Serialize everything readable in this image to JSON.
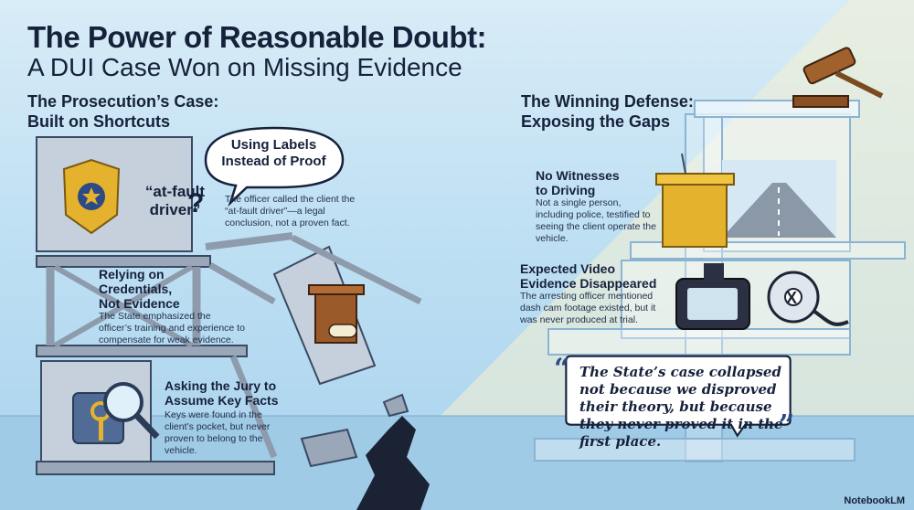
{
  "title": {
    "line1": "The Power of Reasonable Doubt:",
    "line2": "A DUI Case Won on Missing Evidence"
  },
  "prosecution": {
    "heading": "The Prosecution’s Case:\nBuilt on Shortcuts",
    "bubble": "Using Labels\nInstead of Proof",
    "label_quote": "“at-fault\ndriver”",
    "label_text": "The officer called the client the “at-fault driver”—a legal conclusion, not a proven fact.",
    "credentials_head": "Relying on\nCredentials,\nNot Evidence",
    "credentials_text": "The State emphasized the officer’s training and experience to compensate for weak evidence.",
    "assume_head": "Asking the Jury to\nAssume Key Facts",
    "assume_text": "Keys were found in the client’s pocket, but never proven to belong to the vehicle."
  },
  "defense": {
    "heading": "The Winning Defense:\nExposing the Gaps",
    "witness_head": "No Witnesses\nto Driving",
    "witness_text": "Not a single person, including police, testified to seeing the client operate the vehicle.",
    "video_head": "Expected Video\nEvidence Disappeared",
    "video_text": "The arresting officer mentioned dash cam footage existed, but it was never produced at trial.",
    "quote": "The State’s case collapsed not because we disproved their theory, but because they never proved it in the first place."
  },
  "brand": "NotebookLM",
  "colors": {
    "navy": "#16213b",
    "accent": "#2c4a86",
    "gold": "#e5b22d",
    "sky": "#bfe0f3"
  }
}
